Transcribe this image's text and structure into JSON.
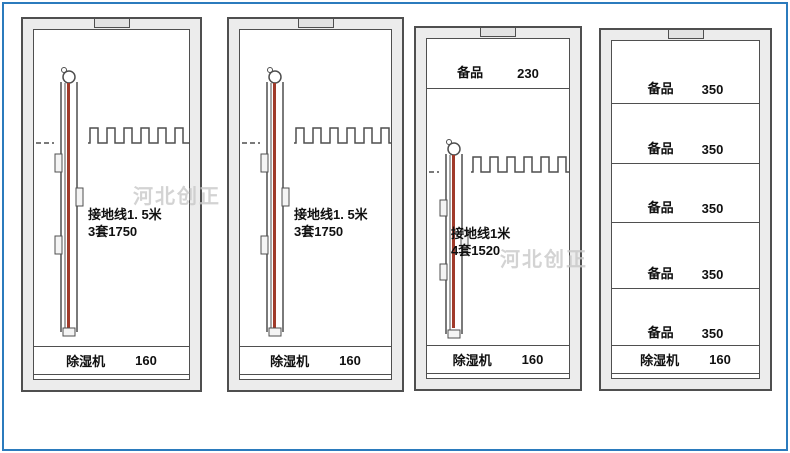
{
  "watermark": {
    "text": "河北创正"
  },
  "cabinets": {
    "c1": {
      "spec_line1": "接地线1. 5米",
      "spec_line2": "3套1750",
      "bottom_label": "除湿机",
      "bottom_value": "160"
    },
    "c2": {
      "spec_line1": "接地线1. 5米",
      "spec_line2": "3套1750",
      "bottom_label": "除湿机",
      "bottom_value": "160"
    },
    "c3": {
      "top_label": "备品",
      "top_value": "230",
      "spec_line1": "接地线1米",
      "spec_line2": "4套1520",
      "bottom_label": "除湿机",
      "bottom_value": "160"
    },
    "c4": {
      "shelves": [
        {
          "label": "备品",
          "value": "350"
        },
        {
          "label": "备品",
          "value": "350"
        },
        {
          "label": "备品",
          "value": "350"
        },
        {
          "label": "备品",
          "value": "350"
        },
        {
          "label": "备品",
          "value": "350"
        }
      ],
      "bottom_label": "除湿机",
      "bottom_value": "160"
    }
  }
}
